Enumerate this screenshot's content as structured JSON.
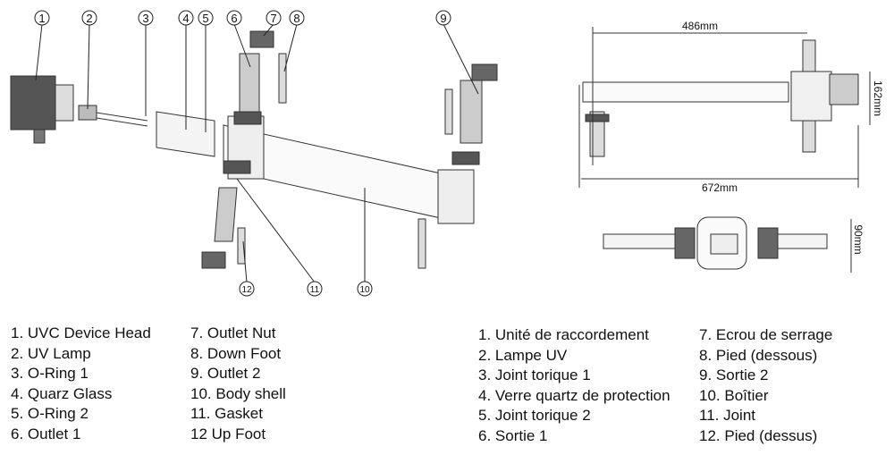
{
  "callouts": [
    "1",
    "2",
    "3",
    "4",
    "5",
    "6",
    "7",
    "8",
    "9",
    "10",
    "11",
    "12"
  ],
  "dimensions": {
    "length_inner": "486mm",
    "length_total": "672mm",
    "height": "162mm",
    "width": "90mm"
  },
  "legend_en": [
    "1. UVC Device Head",
    "2. UV Lamp",
    "3. O-Ring 1",
    "4. Quarz Glass",
    "5. O-Ring 2",
    "6. Outlet 1",
    "7. Outlet Nut",
    "8. Down Foot",
    "9. Outlet 2",
    "10. Body shell",
    "11. Gasket",
    "12 Up Foot"
  ],
  "legend_fr": [
    "1. Unité de raccordement",
    "2. Lampe UV",
    "3. Joint torique 1",
    "4. Verre quartz de protection",
    "5. Joint torique 2",
    "6. Sortie 1",
    "7. Ecrou de serrage",
    "8. Pied (dessous)",
    "9. Sortie 2",
    "10. Boîtier",
    "11. Joint",
    "12. Pied (dessus)"
  ]
}
